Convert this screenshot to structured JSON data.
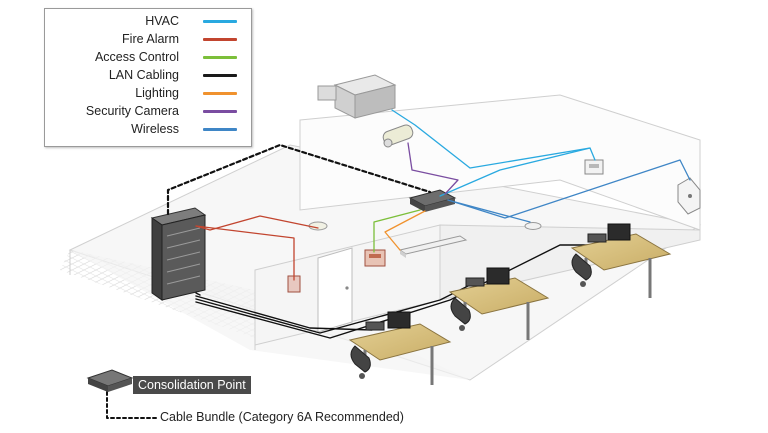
{
  "legend": {
    "items": [
      {
        "label": "HVAC",
        "color": "#29a9e0"
      },
      {
        "label": "Fire Alarm",
        "color": "#c2452f"
      },
      {
        "label": "Access Control",
        "color": "#7cbf3a"
      },
      {
        "label": "LAN Cabling",
        "color": "#1a1a1a"
      },
      {
        "label": "Lighting",
        "color": "#f0922e"
      },
      {
        "label": "Security Camera",
        "color": "#7a4da1"
      },
      {
        "label": "Wireless",
        "color": "#3f86c6"
      }
    ]
  },
  "callouts": {
    "consolidation_point": "Consolidation Point",
    "cable_bundle": "Cable Bundle (Category 6A Recommended)"
  }
}
